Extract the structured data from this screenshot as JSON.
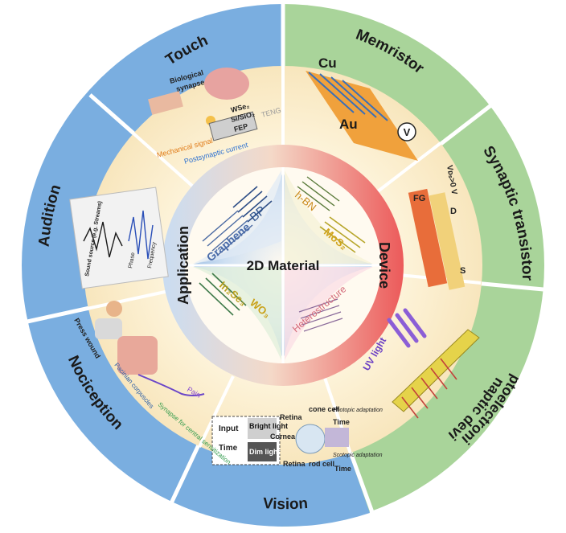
{
  "center": {
    "title": "2D Material"
  },
  "ring_labels": {
    "left": "Application",
    "right": "Device"
  },
  "materials": [
    {
      "id": "bp",
      "label": "BP"
    },
    {
      "id": "graphene",
      "label": "Graphene"
    },
    {
      "id": "hbn",
      "label": "h-BN"
    },
    {
      "id": "mos2",
      "label": "MoS₂"
    },
    {
      "id": "in2se3",
      "label": "In₂Se₃"
    },
    {
      "id": "wo3",
      "label": "WO₃"
    },
    {
      "id": "hetero",
      "label": "Heterostructure"
    }
  ],
  "sectors": {
    "touch": "Touch",
    "memristor": "Memristor",
    "synaptic_transistor": "Synaptic transistor",
    "opto_line1": "Optoelectronic",
    "opto_line2": "synaptic device",
    "vision": "Vision",
    "nociception": "Nociception",
    "audition": "Audition"
  },
  "touch_panel": {
    "bio_synapse": "Biological",
    "bio_synapse2": "synapse",
    "wse2": "WSe₂",
    "sisio2": "Si/SiO₂",
    "fep": "FEP",
    "teng": "TENG",
    "mech": "Mechanical signal",
    "post": "Postsynaptic current"
  },
  "memristor_panel": {
    "cu": "Cu",
    "au": "Au",
    "v": "V"
  },
  "transistor_panel": {
    "vds": "Vᴅₛ>0 V",
    "fg": "FG",
    "d": "D",
    "s": "S"
  },
  "opto_panel": {
    "uv": "UV light"
  },
  "vision_panel": {
    "input": "Input",
    "time": "Time",
    "bright": "Bright light",
    "dim": "Dim light",
    "retina_top": "Retina",
    "cornea": "Cornea",
    "cone": "cone cell",
    "photopic": "Photopic adaptation",
    "time_top": "Time",
    "retina_bot": "Retina",
    "rod": "rod cell",
    "scotopic": "Scotopic adaptation",
    "time_bot": "Time"
  },
  "noci_panel": {
    "press": "Press wound",
    "pacinian": "Pacinian corpuscles",
    "synapse": "Synapse for central sensitization",
    "pain": "Pain"
  },
  "audition_panel": {
    "sound": "Sound source (e.g. Streams)",
    "phase": "Phase",
    "freq": "Frequency"
  },
  "colors": {
    "outer_blue": "#7aaee0",
    "outer_green": "#a9d49a",
    "inner_cream": "#fdf0cf",
    "ring_blue": "#b9d3f0",
    "ring_red": "#ef6a6a",
    "center_blue": "#a9c9e8",
    "divider": "#ffffff"
  }
}
